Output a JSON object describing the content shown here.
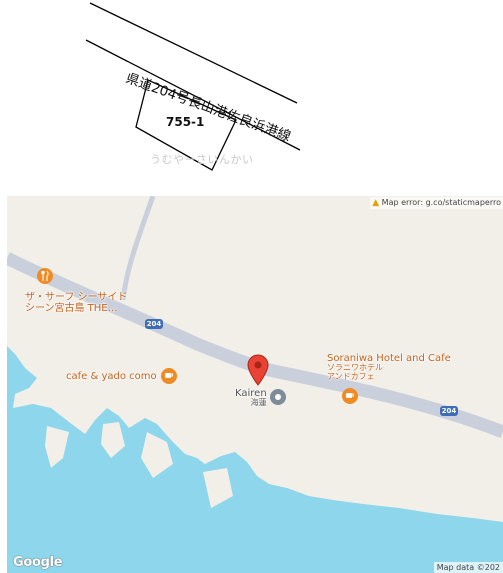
{
  "sketch": {
    "road_name": "県道204号長山港佐良浜港線",
    "lot_number": "755-1",
    "watermark": "うむやーさいんかい"
  },
  "map": {
    "error_notice": "Map error: g.co/staticmaperro",
    "pois": [
      {
        "name": "ザ・サーフ シーサイド",
        "name2": "シーン宮古島 THE…",
        "kind": "restaurant"
      },
      {
        "name": "cafe & yado como",
        "kind": "cafe"
      },
      {
        "name": "Soraniwa Hotel and Cafe",
        "name_ja1": "ソラニワホテル",
        "name_ja2": "アンドカフェ",
        "kind": "cafe"
      },
      {
        "name": "Kairen",
        "name_ja": "海蓮",
        "kind": "place"
      }
    ],
    "route_shields": [
      "204",
      "204"
    ],
    "google_logo": "Google",
    "attribution": "Map data ©202",
    "colors": {
      "land": "#f2efe9",
      "water": "#8dd6eb",
      "road": "#c9d0dc",
      "poi_orange": "#f08a24",
      "marker_red": "#ea4335"
    }
  }
}
